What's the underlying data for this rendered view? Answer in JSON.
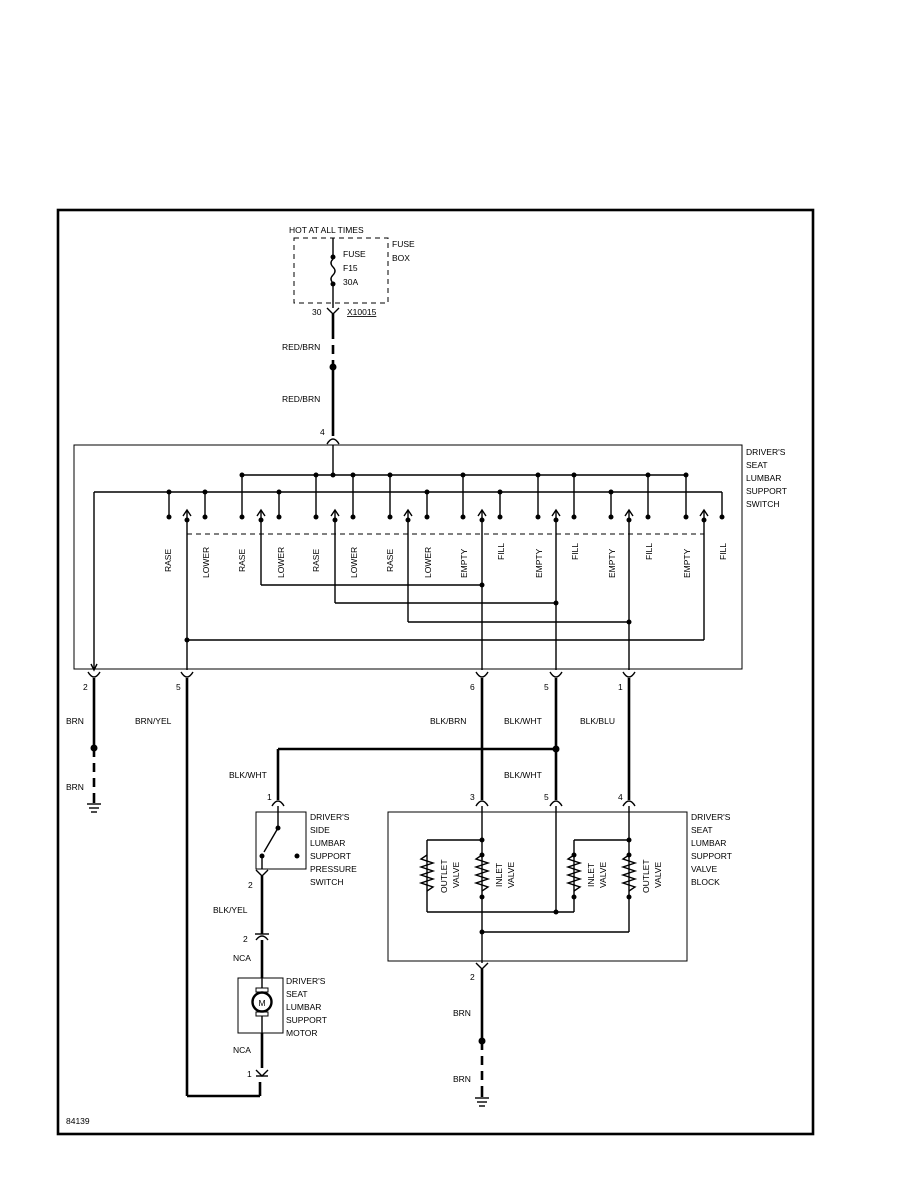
{
  "power": {
    "hot_label": "HOT AT ALL TIMES",
    "fuse_name": "FUSE",
    "fuse_id": "F15",
    "fuse_rating": "30A",
    "fuse_box": [
      "FUSE",
      "BOX"
    ],
    "pin": "30",
    "connector": "X10015"
  },
  "wires": {
    "red_brn": "RED/BRN",
    "brn": "BRN",
    "brn_yel": "BRN/YEL",
    "blk_brn": "BLK/BRN",
    "blk_wht": "BLK/WHT",
    "blk_blu": "BLK/BLU",
    "blk_yel": "BLK/YEL",
    "nca": "NCA"
  },
  "switch": {
    "title": [
      "DRIVER'S",
      "SEAT",
      "LUMBAR",
      "SUPPORT",
      "SWITCH"
    ],
    "input_pin": "4",
    "positions": [
      "RASE",
      "LOWER",
      "RASE",
      "LOWER",
      "RASE",
      "LOWER",
      "RASE",
      "LOWER",
      "EMPTY",
      "FILL",
      "EMPTY",
      "FILL",
      "EMPTY",
      "FILL",
      "EMPTY",
      "FILL"
    ],
    "pins": [
      "2",
      "5",
      "6",
      "5",
      "1"
    ]
  },
  "pressure_switch": {
    "title": [
      "DRIVER'S",
      "SIDE",
      "LUMBAR",
      "SUPPORT",
      "PRESSURE",
      "SWITCH"
    ],
    "pins": [
      "1",
      "2"
    ]
  },
  "motor": {
    "title": [
      "DRIVER'S",
      "SEAT",
      "LUMBAR",
      "SUPPORT",
      "MOTOR"
    ],
    "symbol": "M",
    "pins": [
      "2",
      "1"
    ]
  },
  "valve_block": {
    "title": [
      "DRIVER'S",
      "SEAT",
      "LUMBAR",
      "SUPPORT",
      "VALVE",
      "BLOCK"
    ],
    "pins": [
      "3",
      "5",
      "4",
      "2"
    ],
    "valves": [
      [
        "OUTLET",
        "VALVE"
      ],
      [
        "INLET",
        "VALVE"
      ],
      [
        "INLET",
        "VALVE"
      ],
      [
        "OUTLET",
        "VALVE"
      ]
    ]
  },
  "figure_id": "84139"
}
